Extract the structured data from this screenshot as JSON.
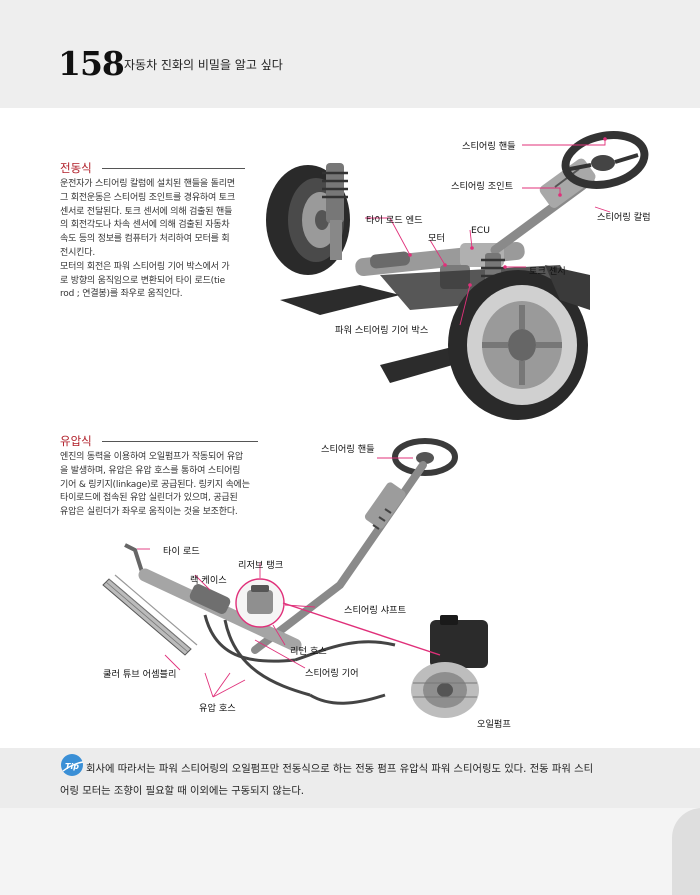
{
  "header": {
    "page_number": "158",
    "book_title": "자동차 진화의 비밀을 알고 싶다"
  },
  "electric": {
    "heading": "전동식",
    "lines": [
      "운전자가 스티어링 칼럼에 설치된 핸들을 돌리면",
      "그 회전운동은 스티어링 조인트를 경유하여 토크",
      "센서로 전달된다. 토크 센서에 의해 검출된 핸들",
      "의 회전각도나 차속 센서에 의해 검출된 자동차",
      "속도 등의 정보를 컴퓨터가 처리하여 모터를 회",
      "전시킨다.",
      "모터의 회전은 파워 스티어링 기어 박스에서 가",
      "로 방향의 움직임으로 변환되어 타이 로드(tie",
      "rod ; 연결봉)를 좌우로 움직인다."
    ],
    "labels": {
      "steering_wheel": "스티어링 핸들",
      "steering_joint": "스티어링 조인트",
      "steering_column": "스티어링 칼럼",
      "tie_rod_end": "타이 로드 엔드",
      "motor": "모터",
      "ecu": "ECU",
      "torque_sensor": "토크 센서",
      "gear_box": "파워 스티어링 기어 박스"
    }
  },
  "hydraulic": {
    "heading": "유압식",
    "lines": [
      "엔진의 동력을 이용하여 오일펌프가 작동되어 유압",
      "을 발생하며, 유압은 유압 호스를 통하여 스티어링",
      "기어 & 링키지(linkage)로 공급된다. 링키지 속에는",
      "타이로드에 접속된 유압 실린더가 있으며, 공급된",
      "유압은 실린더가 좌우로 움직이는 것을 보조한다."
    ],
    "labels": {
      "steering_wheel": "스티어링 핸들",
      "tie_rod": "타이 로드",
      "reservoir_tank": "리저브 탱크",
      "rack_case": "랙 케이스",
      "steering_shaft": "스티어링 샤프트",
      "return_hose": "리턴 호스",
      "cooler_tube": "쿨러 튜브 어셈블리",
      "steering_gear": "스티어링 기어",
      "pressure_hose": "유압 호스",
      "oil_pump": "오일펌프"
    }
  },
  "tip": {
    "badge": "Tip",
    "lines": [
      "회사에 따라서는 파워 스티어링의 오일펌프만 전동식으로 하는 전동 펌프 유압식 파워 스티어링도 있다. 전동 파워 스티",
      "어링 모터는 조향이 필요할 때 이외에는 구동되지 않는다."
    ]
  },
  "colors": {
    "accent": "#b01e28",
    "callout_line": "#e0307a",
    "header_bg": "#eeeeee",
    "tip_bg": "#ececec",
    "tip_badge": "#3a8fd6"
  }
}
